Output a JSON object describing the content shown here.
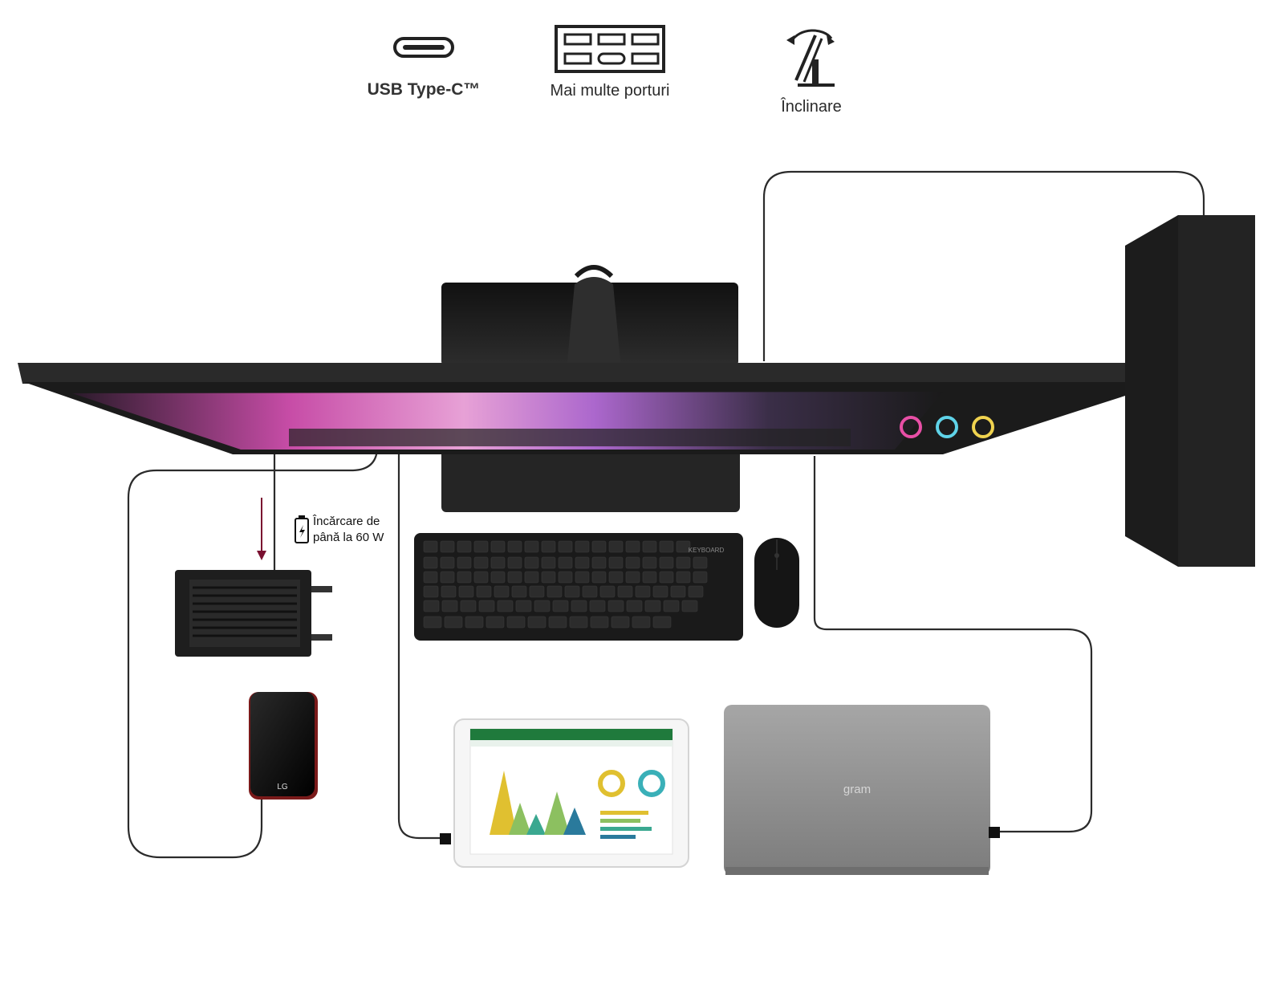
{
  "features": [
    {
      "label": "USB Type-C™",
      "icon": "usb-type-c-icon"
    },
    {
      "label": "Mai multe porturi",
      "icon": "ports-panel-icon"
    },
    {
      "label": "Înclinare",
      "icon": "tilt-icon"
    }
  ],
  "charging_note": "Încărcare de până la 60 W",
  "device_labels": {
    "keyboard_brand": "KEYBOARD",
    "hdd_logo": "LG",
    "laptop_logo": "gram"
  },
  "colors": {
    "cable": "#2b2b2b",
    "arrow": "#7a1030",
    "device_dark": "#1e1e1e",
    "laptop": "#8f8f8f"
  }
}
